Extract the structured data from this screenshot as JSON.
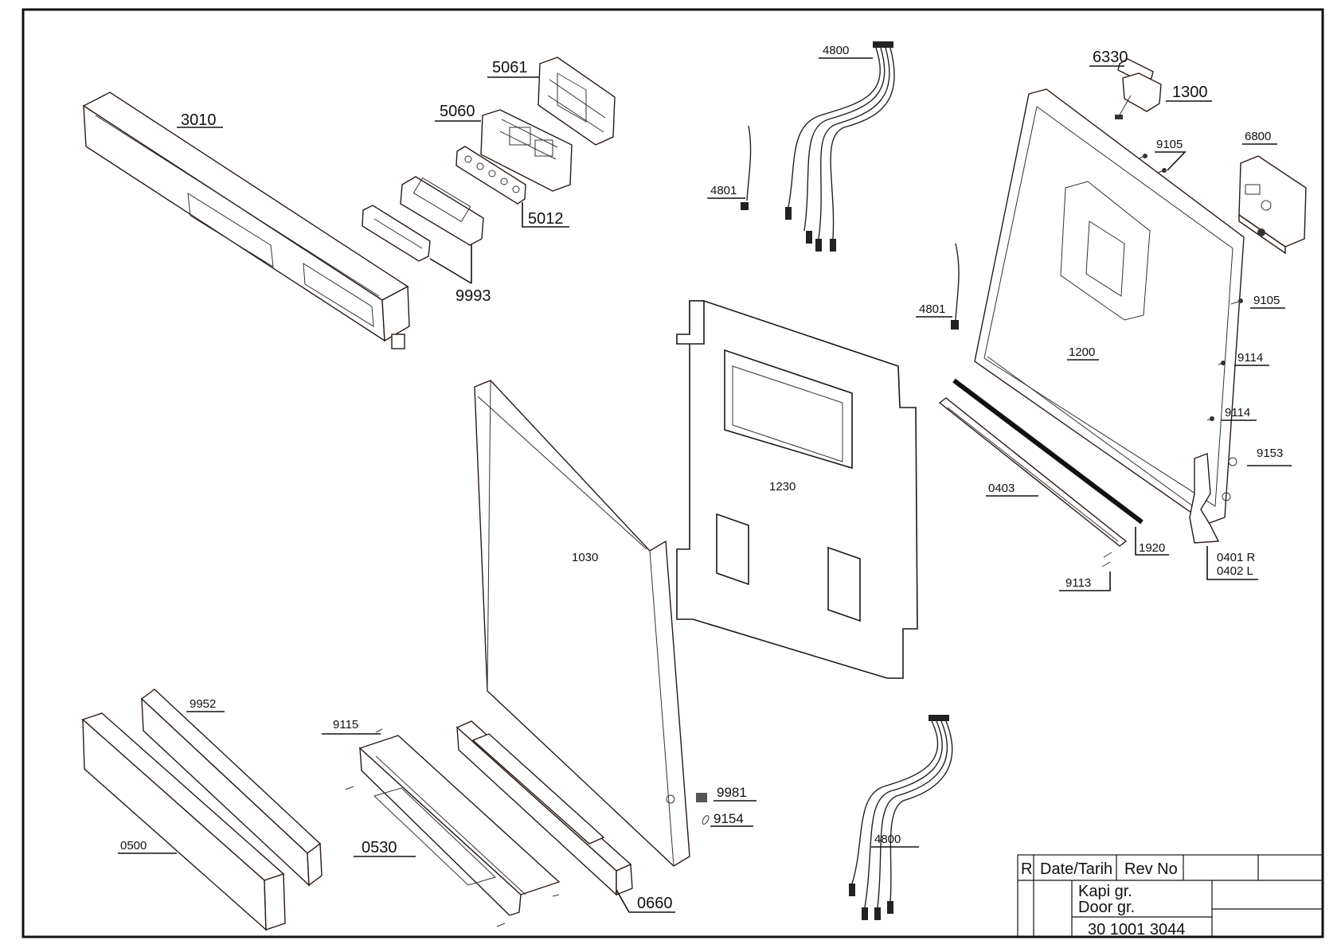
{
  "callouts": {
    "p3010": "3010",
    "p5061": "5061",
    "p5060": "5060",
    "p5012": "5012",
    "p9993": "9993",
    "p4800_top": "4800",
    "p4801_a": "4801",
    "p4801_b": "4801",
    "p6330": "6330",
    "p1300": "1300",
    "p9105_a": "9105",
    "p6800": "6800",
    "p9105_b": "9105",
    "p9114_a": "9114",
    "p9114_b": "9114",
    "p9153": "9153",
    "p1200": "1200",
    "p0403": "0403",
    "p1920": "1920",
    "p0401": "0401 R",
    "p0402": "0402 L",
    "p9113": "9113",
    "p1230": "1230",
    "p1030": "1030",
    "p9952": "9952",
    "p0500": "0500",
    "p9115": "9115",
    "p0530": "0530",
    "p0660": "0660",
    "p9981": "9981",
    "p9154": "9154",
    "p4800_bottom": "4800"
  },
  "title_block": {
    "rev_letter": "R",
    "date_header": "Date/Tarih",
    "rev_no_header": "Rev No",
    "name_tr": "Kapi gr.",
    "name_en": "Door gr.",
    "drawing_number": "30 1001 3044"
  },
  "colors": {
    "outline": "#111111",
    "part_edge": "#2a1a14"
  }
}
